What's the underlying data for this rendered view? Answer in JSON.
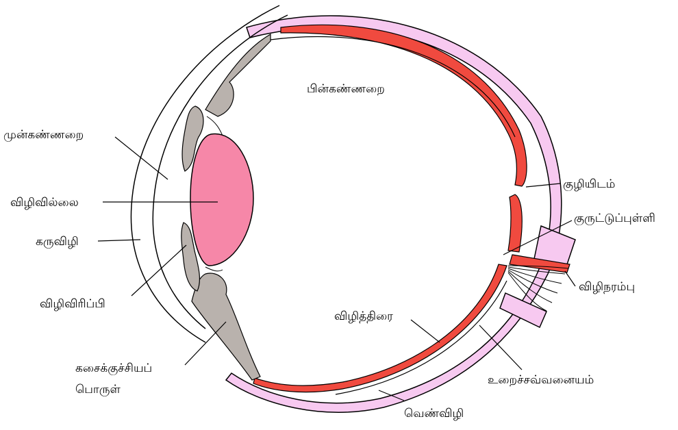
{
  "labels": {
    "posterior_chamber": "பின்கண்ணறை",
    "anterior_chamber": "முன்கண்ணறை",
    "lens": "விழிவில்லை",
    "cornea": "கருவிழி",
    "iris": "விழிவிரிப்பி",
    "ciliary_line1": "கசைக்குச்சியப்",
    "ciliary_line2": "பொருள்",
    "fovea": "குழியிடம்",
    "blind_spot": "குருட்டுப்புள்ளி",
    "optic_nerve": "விழிநரம்பு",
    "retina": "விழித்திரை",
    "choroid": "உறைச்சவ்வனையம்",
    "sclera": "வெண்விழி"
  },
  "colors": {
    "sclera": "#f7c9f0",
    "retina": "#f04a3f",
    "lens": "#f687a8",
    "ciliary": "#b9b2ad",
    "outline": "#000000"
  }
}
